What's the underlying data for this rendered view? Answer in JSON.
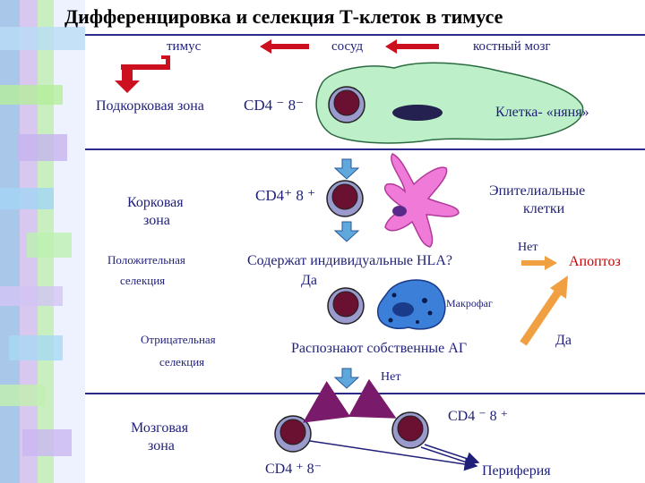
{
  "title": "Дифференцировка и селекция Т-клеток в тимусе",
  "top_labels": {
    "thymus": "тимус",
    "vessel": "сосуд",
    "bone_marrow": "костный мозг"
  },
  "zones": {
    "subcortical": "Подкорковая зона",
    "cortical_1": "Корковая",
    "cortical_2": "зона",
    "medullary_1": "Мозговая",
    "medullary_2": "зона"
  },
  "selection": {
    "positive_1": "Положительная",
    "positive_2": "селекция",
    "negative_1": "Отрицательная",
    "negative_2": "селекция"
  },
  "cells": {
    "dn": "CD4 ⁻ 8⁻",
    "dp": "CD4⁺ 8 ⁺",
    "cd4_8neg": "CD4 ⁻ 8 ⁺",
    "cd4pos_8neg": "CD4 ⁺ 8⁻",
    "nurse": "Клетка- «няня»",
    "epithelial_1": "Эпителиальные",
    "epithelial_2": "клетки",
    "macrophage": "Макрофаг"
  },
  "questions": {
    "hla": "Содержат индивидуальные HLA?",
    "yes_1": "Да",
    "no_1": "Нет",
    "apoptosis": "Апоптоз",
    "yes_2": "Да",
    "own_ag": "Распознают собственные АГ",
    "no_2": "Нет",
    "periphery": "Периферия"
  },
  "colors": {
    "cell_ring": "#9a9acd",
    "cell_nucleus": "#6a1030",
    "nurse_cell": "#bdf0c8",
    "epithelial": "#f07ad8",
    "macrophage": "#3c7fd8",
    "red_arrow": "#cc1020",
    "orange_arrow": "#f0a040",
    "purple_arrow": "#7a1a6a",
    "blue_arrow": "#5fa8dc",
    "divider": "#2a2a8a"
  }
}
